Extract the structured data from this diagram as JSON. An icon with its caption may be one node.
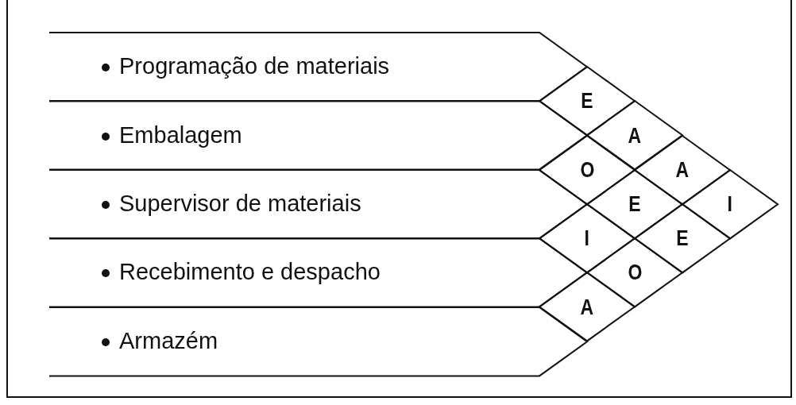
{
  "diagram": {
    "nodes": [
      {
        "text": [
          "Programação de materiais"
        ]
      },
      {
        "text": [
          "Embalagem"
        ]
      },
      {
        "text": [
          "Supervisor de materiais"
        ]
      },
      {
        "text": [
          "Recebimento e despacho"
        ]
      },
      {
        "text": [
          "Armazém"
        ]
      },
      {
        "text": [
          "E"
        ]
      },
      {
        "text": [
          "A"
        ]
      },
      {
        "text": [
          "O"
        ]
      },
      {
        "text": [
          "A"
        ]
      },
      {
        "text": [
          "E"
        ]
      },
      {
        "text": [
          "I"
        ]
      },
      {
        "text": [
          "I"
        ]
      },
      {
        "text": [
          "E"
        ]
      },
      {
        "text": [
          "O"
        ]
      },
      {
        "text": [
          "A"
        ]
      }
    ],
    "edges": []
  }
}
